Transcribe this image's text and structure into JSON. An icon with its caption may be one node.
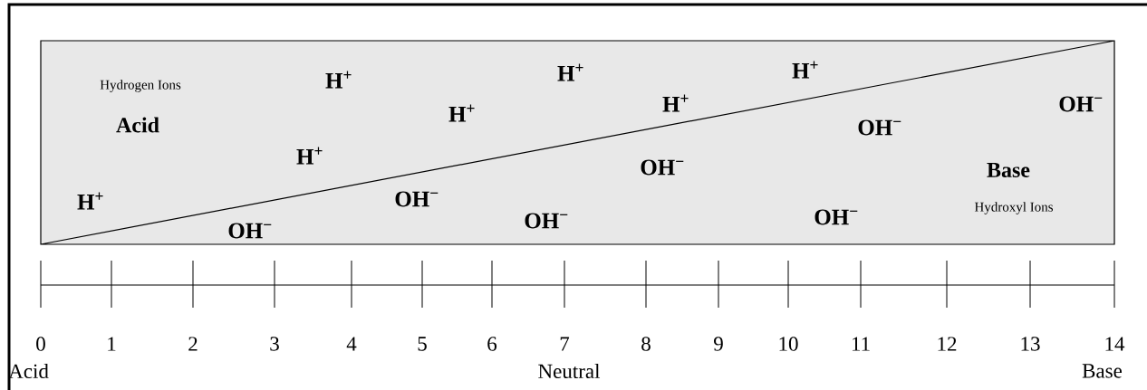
{
  "diagram": {
    "labels": [
      "Hydrogen Ions",
      "Acid",
      "H$^{+}$",
      "H$^{+}$",
      "H$^{+}$",
      "H$^{+}$",
      "H$^{+}$",
      "H$^{+}$",
      "H$^{+}$",
      "OH$^{−}$",
      "OH$^{−}$",
      "OH$^{−}$",
      "OH$^{−}$",
      "OH$^{−}$",
      "OH$^{−}$",
      "OH$^{−}$",
      "Base",
      "Hydroxyl Ions",
      "0",
      "1",
      "2",
      "3",
      "4",
      "5",
      "6",
      "7",
      "8",
      "9",
      "10",
      "11",
      "12",
      "13",
      "14",
      "Acid",
      "Neutral",
      "Base"
    ]
  }
}
